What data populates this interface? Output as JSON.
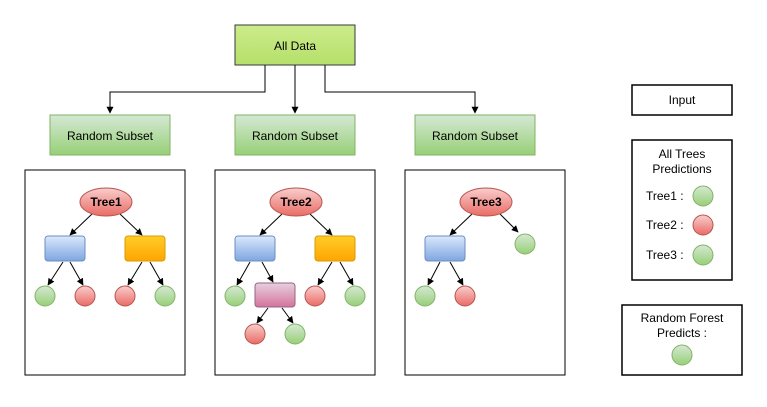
{
  "root": {
    "label": "All Data"
  },
  "subsets": [
    {
      "label": "Random Subset"
    },
    {
      "label": "Random Subset"
    },
    {
      "label": "Random Subset"
    }
  ],
  "trees": [
    {
      "label": "Tree1"
    },
    {
      "label": "Tree2"
    },
    {
      "label": "Tree3"
    }
  ],
  "input_box": {
    "label": "Input"
  },
  "predictions_panel": {
    "title_line1": "All Trees",
    "title_line2": "Predictions",
    "rows": [
      {
        "label": "Tree1 :",
        "result_color": "#d5e8d4"
      },
      {
        "label": "Tree2 :",
        "result_color": "#f8cecc"
      },
      {
        "label": "Tree3 :",
        "result_color": "#d5e8d4"
      }
    ]
  },
  "forest_panel": {
    "title_line1": "Random Forest",
    "title_line2": "Predicts :",
    "result_color": "#d5e8d4"
  },
  "colors": {
    "subset_fill": "#d5e8d4",
    "subset_stroke": "#82b366",
    "root_fill": "#cdeb8b",
    "tree_fill": "#f19c99",
    "tree_stroke": "#b85450",
    "blue_fill": "#dae8fc",
    "orange_fill": "#ffcd28",
    "purple_fill": "#e6d0de",
    "leaf_green": "#d5e8d4",
    "leaf_red": "#f8cecc"
  }
}
